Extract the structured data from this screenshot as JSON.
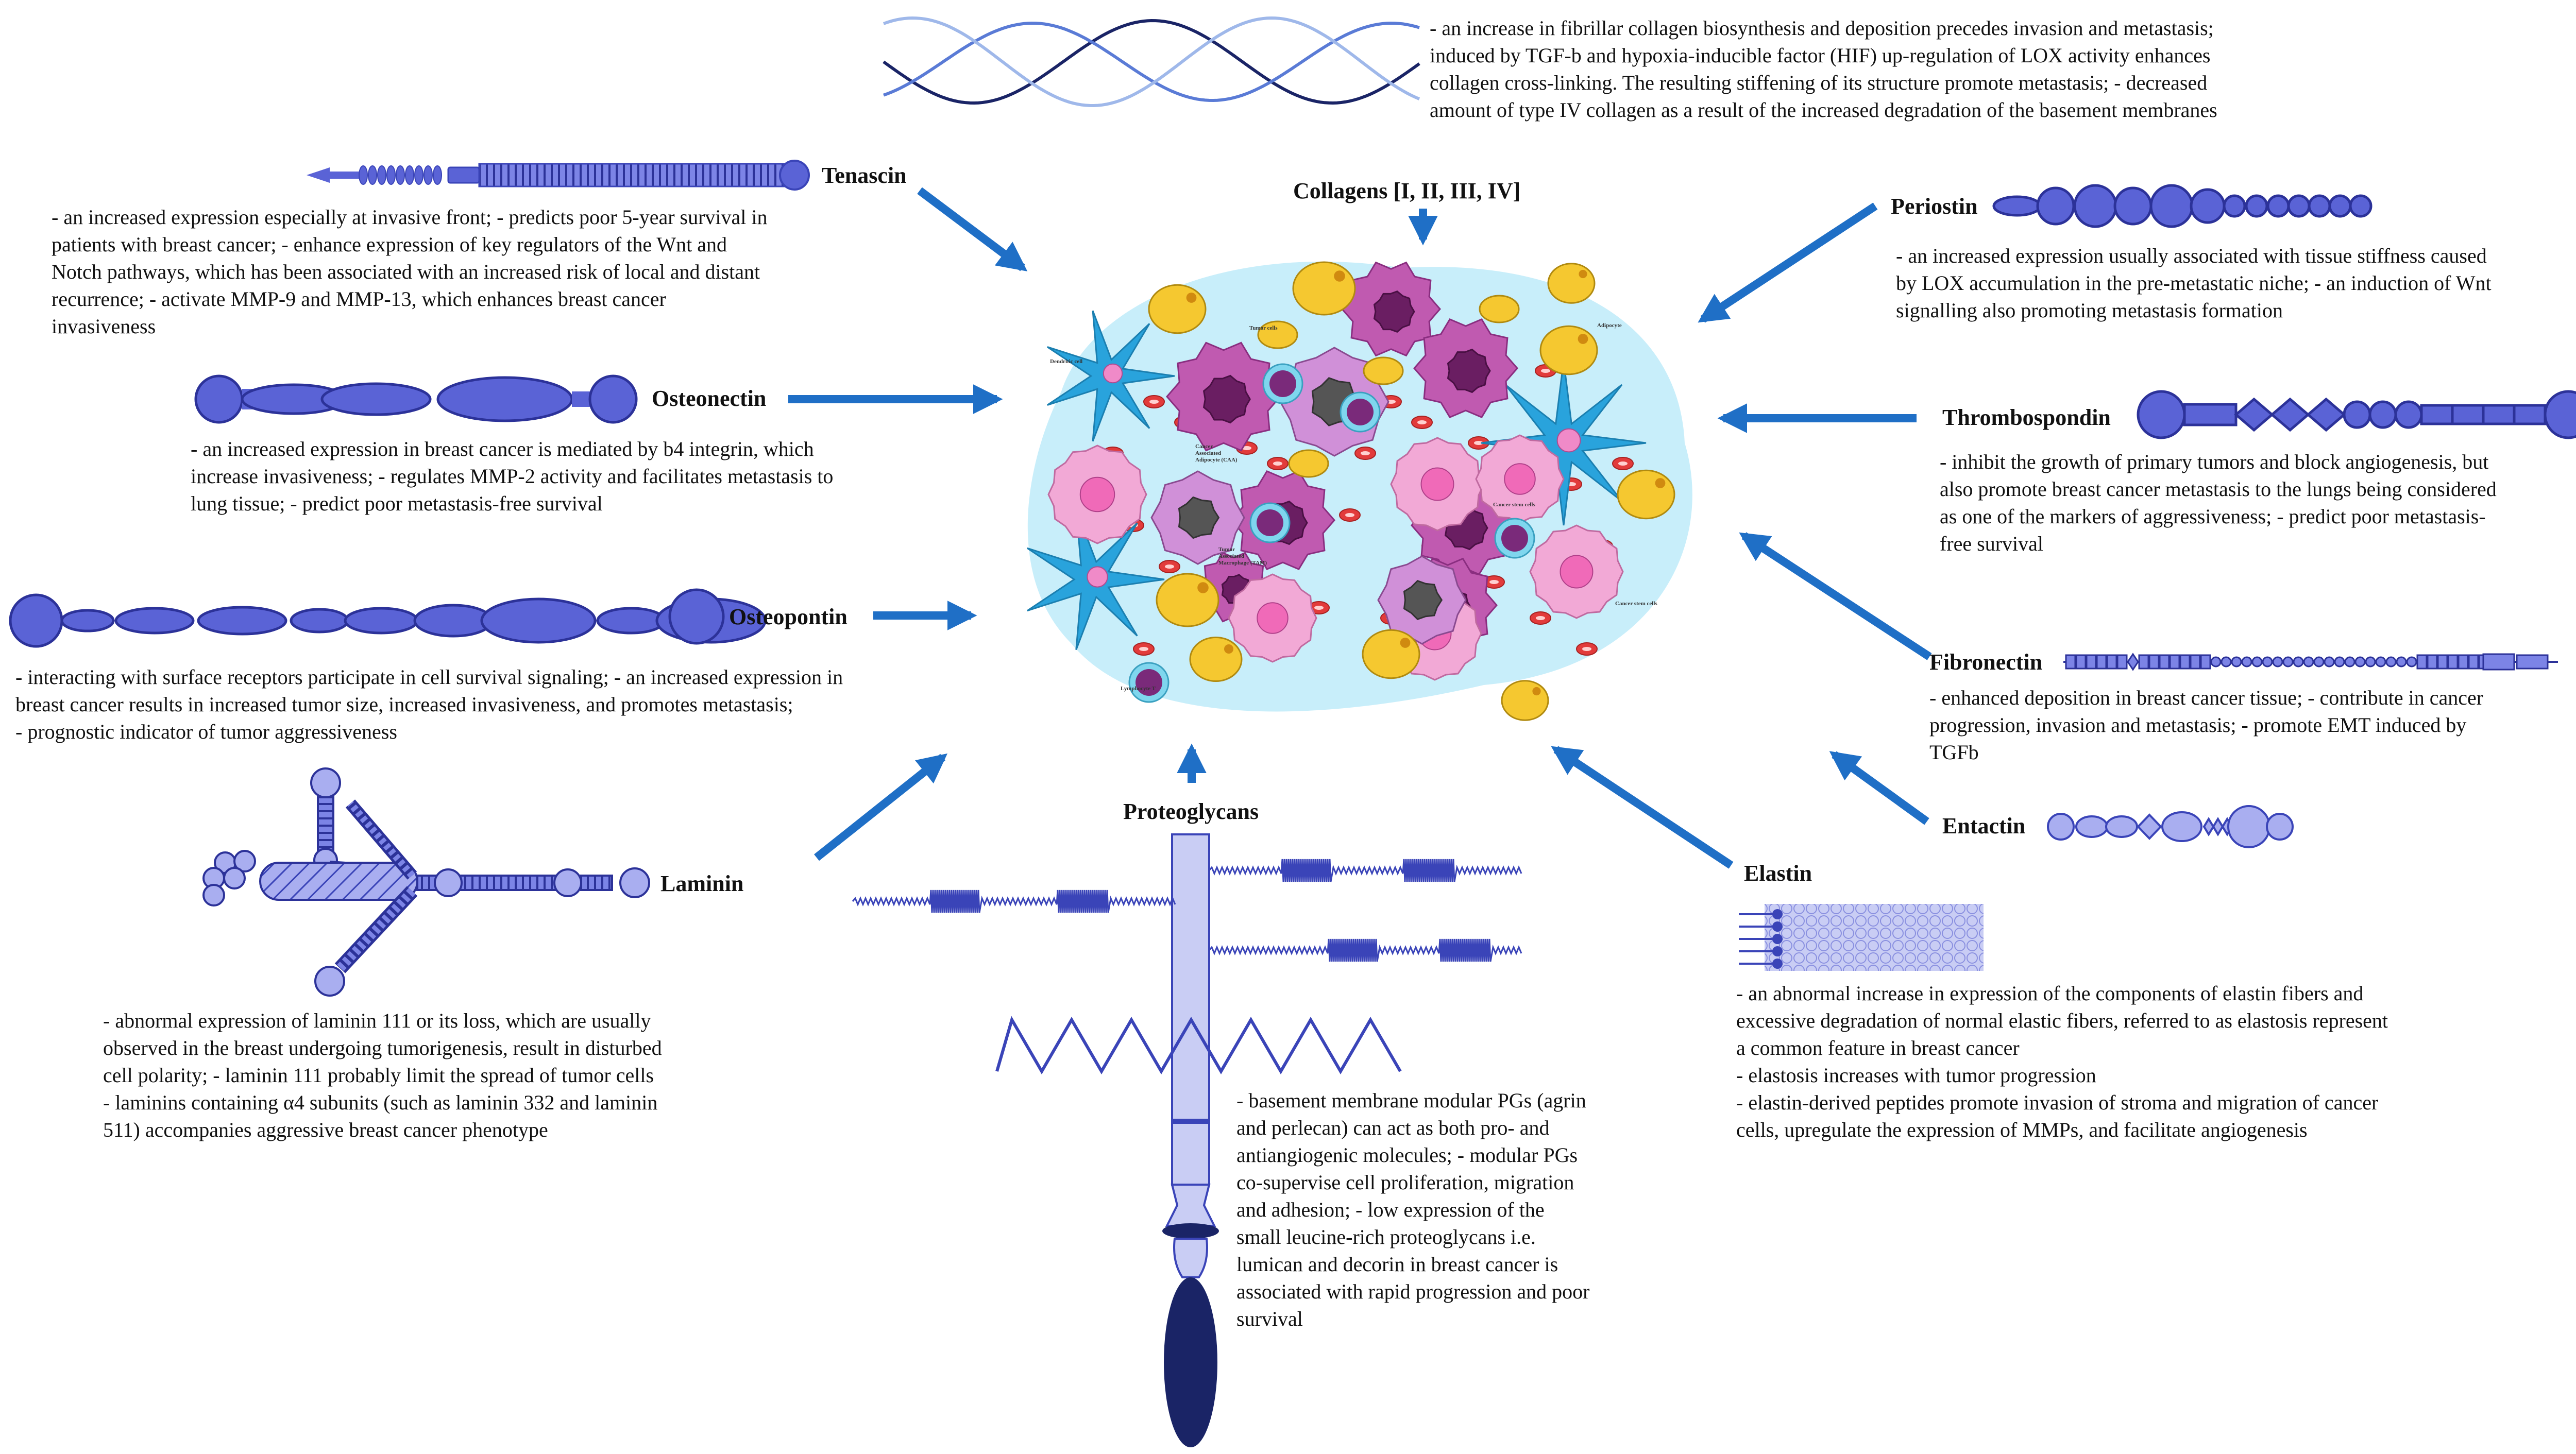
{
  "collagens": {
    "label": "Collagens [I, II, III, IV]",
    "lines": [
      "- an increase in fibrillar collagen biosynthesis and deposition precedes invasion and metastasis;",
      "induced by TGF-b and hypoxia-inducible factor (HIF) up-regulation of LOX activity enhances",
      "collagen cross-linking. The resulting stiffening of its structure promote metastasis; - decreased",
      "amount of type IV collagen as a result of the increased degradation of the basement membranes"
    ]
  },
  "tenascin": {
    "label": "Tenascin",
    "lines": [
      "- an increased expression especially at invasive front; - predicts poor 5-year survival in",
      "patients with breast cancer; - enhance expression of key regulators of the Wnt and",
      "Notch pathways, which has been associated with an increased risk of local and distant",
      "recurrence; - activate MMP-9 and MMP-13, which enhances breast cancer",
      "invasiveness"
    ]
  },
  "osteonectin": {
    "label": "Osteonectin",
    "lines": [
      "- an increased expression in breast cancer is mediated by b4 integrin, which",
      "increase invasiveness; - regulates MMP-2 activity and facilitates metastasis to",
      "lung tissue; - predict poor metastasis-free survival"
    ]
  },
  "osteopontin": {
    "label": "Osteopontin",
    "lines": [
      "- interacting with surface receptors participate in cell survival signaling; - an increased expression in",
      "breast cancer results in increased tumor size, increased invasiveness, and promotes metastasis;",
      "- prognostic indicator of tumor aggressiveness"
    ]
  },
  "laminin": {
    "label": "Laminin",
    "lines": [
      "- abnormal expression of laminin 111 or its loss, which are usually",
      "observed in the breast undergoing tumorigenesis, result in disturbed",
      "cell polarity; - laminin 111 probably limit the spread of tumor cells",
      "- laminins containing α4 subunits (such as laminin 332 and laminin",
      "511) accompanies aggressive breast cancer phenotype"
    ]
  },
  "proteoglycans": {
    "label": "Proteoglycans",
    "lines": [
      "- basement membrane modular PGs (agrin",
      "and perlecan) can act as both pro- and",
      "antiangiogenic molecules; - modular PGs",
      "co-supervise cell proliferation, migration",
      "and adhesion; - low expression of the",
      "small leucine-rich proteoglycans i.e.",
      "lumican and decorin in breast cancer is",
      "associated with rapid progression and poor",
      "survival"
    ]
  },
  "periostin": {
    "label": "Periostin",
    "lines": [
      "- an increased expression usually associated with tissue stiffness caused",
      "by LOX accumulation in the pre-metastatic niche; - an induction of Wnt",
      "signalling also promoting metastasis formation"
    ]
  },
  "thrombospondin": {
    "label": "Thrombospondin",
    "lines": [
      "- inhibit the growth of primary tumors and block angiogenesis, but",
      "also promote breast cancer metastasis to the lungs being considered",
      "as one of the markers of aggressiveness; - predict poor metastasis-",
      "free survival"
    ]
  },
  "fibronectin": {
    "label": "Fibronectin",
    "lines": [
      "- enhanced deposition in breast cancer tissue; - contribute in cancer",
      "progression, invasion and metastasis; - promote EMT induced by",
      "TGFb"
    ]
  },
  "entactin": {
    "label": "Entactin"
  },
  "elastin": {
    "label": "Elastin",
    "lines": [
      "- an abnormal increase in expression of the components of elastin fibers and",
      "excessive degradation of normal elastic fibers, referred to as elastosis represent",
      "a common feature in breast cancer",
      "- elastosis increases with tumor progression",
      "- elastin-derived peptides promote invasion of stroma and migration of cancer",
      "cells, upregulate the expression of MMPs, and facilitate angiogenesis"
    ]
  },
  "center_labels": {
    "dendritic": "Dendritic cell",
    "tumor": "Tumor cells",
    "adipocyte": "Adipocyte",
    "caa1": "Cancer",
    "caa2": "Associated",
    "caa3": "Adipocyte (CAA)",
    "tam1": "Tumor",
    "tam2": "Associated",
    "tam3": "Macrophage (TAM)",
    "cancer_stem": "Cancer stem cells",
    "cancer_stem2": "Cancer stem cells",
    "lymphocyte": "Lymphocyte T"
  },
  "colors": {
    "arrow": "#1f6fc6",
    "protein": "#5a63d6",
    "protein_light": "#a9aef0",
    "navy": "#1a2466",
    "macrophage": "#c05ab0",
    "tumor_pink": "#f2a9d6",
    "adipocyte": "#f5c830",
    "dendritic": "#29a3dc",
    "rbc": "#e23b3b"
  }
}
